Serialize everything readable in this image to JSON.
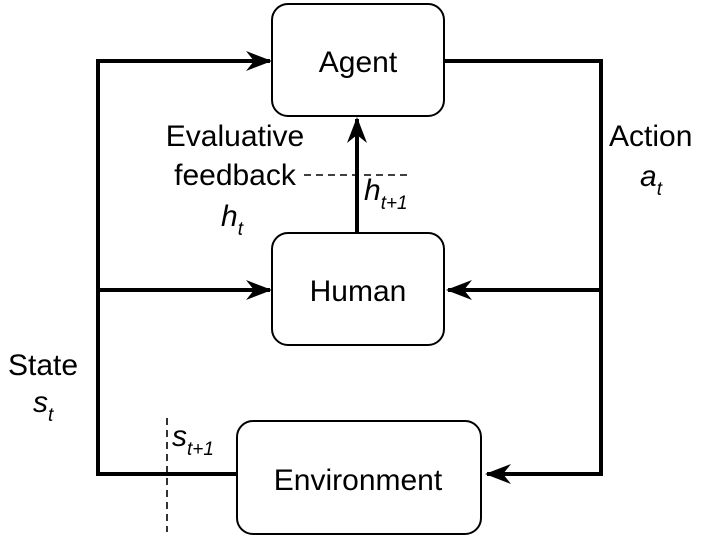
{
  "nodes": {
    "agent": "Agent",
    "human": "Human",
    "environment": "Environment"
  },
  "labels": {
    "evaluative_line1": "Evaluative",
    "evaluative_line2": "feedback",
    "action": "Action",
    "state": "State"
  },
  "symbols": {
    "h_t": {
      "base": "h",
      "sub": "t"
    },
    "h_t1": {
      "base": "h",
      "sub": "t+1"
    },
    "a_t": {
      "base": "a",
      "sub": "t"
    },
    "s_t": {
      "base": "s",
      "sub": "t"
    },
    "s_t1": {
      "base": "s",
      "sub": "t+1"
    }
  }
}
